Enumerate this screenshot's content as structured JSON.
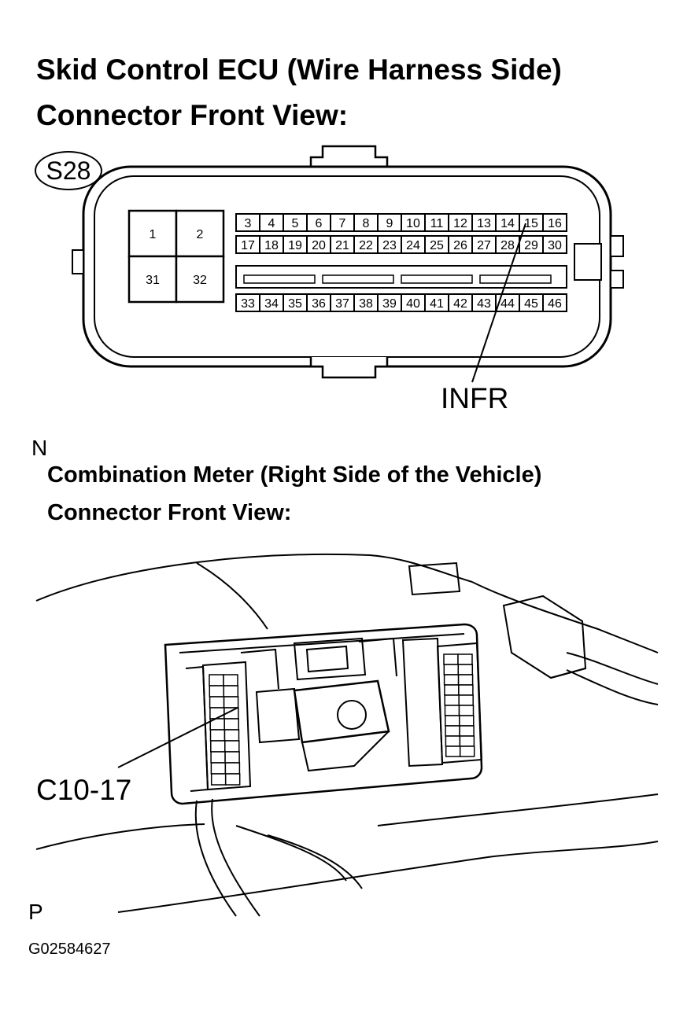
{
  "titles": {
    "skid_line1": "Skid Control ECU (Wire Harness Side)",
    "skid_line2": "Connector Front View:",
    "meter_line1": "Combination Meter (Right Side of the Vehicle)",
    "meter_line2": "Connector Front View:"
  },
  "labels": {
    "connector_id": "S28",
    "pin_callout": "INFR",
    "note_n": "N",
    "meter_callout": "C10-17",
    "note_p": "P",
    "figure_code": "G02584627"
  },
  "connector": {
    "large_pins": [
      "1",
      "2",
      "31",
      "32"
    ],
    "row1": [
      "3",
      "4",
      "5",
      "6",
      "7",
      "8",
      "9",
      "10",
      "11",
      "12",
      "13",
      "14",
      "15",
      "16"
    ],
    "row2": [
      "17",
      "18",
      "19",
      "20",
      "21",
      "22",
      "23",
      "24",
      "25",
      "26",
      "27",
      "28",
      "29",
      "30"
    ],
    "row3": [
      "33",
      "34",
      "35",
      "36",
      "37",
      "38",
      "39",
      "40",
      "41",
      "42",
      "43",
      "44",
      "45",
      "46"
    ]
  }
}
